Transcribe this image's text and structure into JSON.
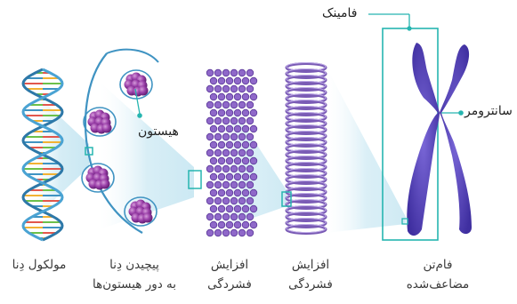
{
  "labels": {
    "dna": "مولکول دِنا",
    "coil_line1": "پیچیدن دِنا",
    "coil_line2": "به دور هیستون‌ها",
    "fiber1_line1": "افزایش",
    "fiber1_line2": "فشردگی",
    "fiber2_line1": "افزایش",
    "fiber2_line2": "فشردگی",
    "chrom_line1": "فام‌تن",
    "chrom_line2": "مضاعف‌شده"
  },
  "callouts": {
    "histone": "هیستون",
    "chromatid": "فامینک",
    "centromere": "سانترومر"
  },
  "colors": {
    "teal": "#26b5b0",
    "funnel": "#d5eef6",
    "dna_blue": "#3f93c2",
    "histone": "#8e3a9e",
    "fiber": "#7a5bb5",
    "chromosome": "#5a47b8"
  }
}
